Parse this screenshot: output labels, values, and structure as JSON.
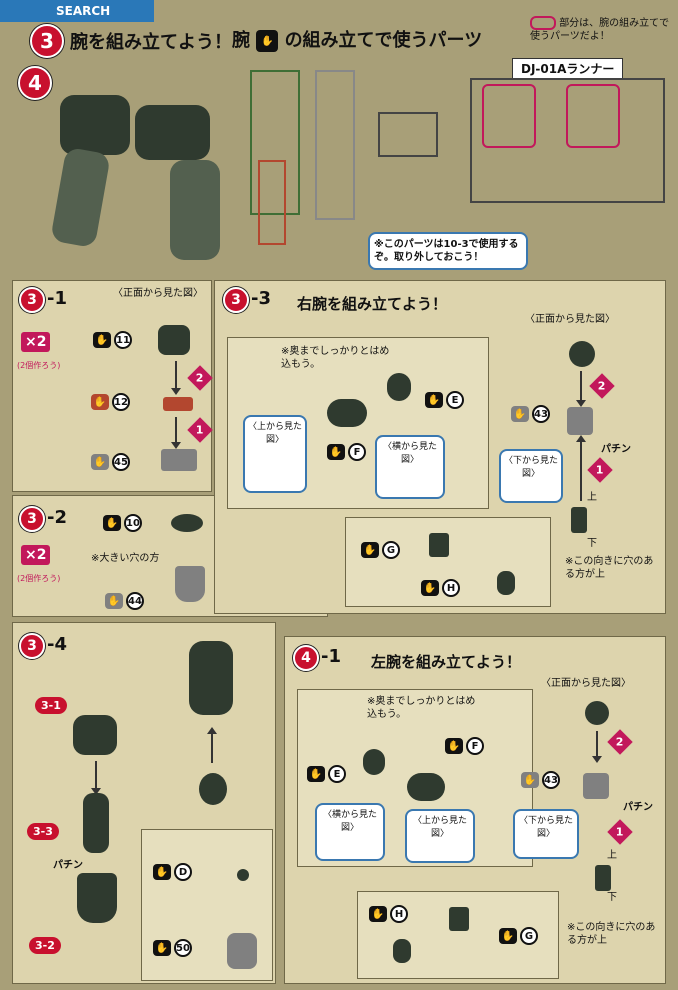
{
  "header": {
    "logo_text": "SEARCH",
    "step3_title": "腕を組み立てよう！",
    "step4_label": "4",
    "parts_title_prefix": "腕",
    "parts_title_suffix": "の組み立てで使うパーツ",
    "highlight_note": "部分は、腕の組み立てで使うパーツだよ！",
    "runner_label": "DJ-01Aランナー",
    "removal_note": "※このパーツは10-3で使用するぞ。取り外しておこう！"
  },
  "s31": {
    "step": "3",
    "sub": "-1",
    "view": "〈正面から見た図〉",
    "x2": "×2",
    "x2_note": "(2個作ろう)",
    "parts": [
      "11",
      "12",
      "45"
    ],
    "steps": [
      "2",
      "1"
    ]
  },
  "s32": {
    "step": "3",
    "sub": "-2",
    "x2": "×2",
    "x2_note": "(2個作ろう)",
    "note": "※大きい穴の方",
    "parts": [
      "10",
      "44"
    ]
  },
  "s33": {
    "step": "3",
    "sub": "-3",
    "title": "右腕を組み立てよう！",
    "view": "〈正面から見た図〉",
    "note1": "※奥までしっかりとはめ込もう。",
    "top_view": "〈上から見た図〉",
    "side_view": "〈横から見た図〉",
    "bottom_view": "〈下から見た図〉",
    "parts": [
      "E",
      "F",
      "G",
      "H",
      "43"
    ],
    "pachin": "パチン",
    "dir_top": "上",
    "dir_bottom": "下",
    "hole_note": "※この向きに穴のある方が上",
    "steps": [
      "2",
      "1"
    ]
  },
  "s34": {
    "step": "3",
    "sub": "-4",
    "labels": [
      "3-1",
      "3-3",
      "3-2"
    ],
    "parts": [
      "D",
      "50"
    ],
    "pachin": "パチン"
  },
  "s41": {
    "step": "4",
    "sub": "-1",
    "title": "左腕を組み立てよう！",
    "view": "〈正面から見た図〉",
    "note1": "※奥までしっかりとはめ込もう。",
    "side_view": "〈横から見た図〉",
    "top_view": "〈上から見た図〉",
    "bottom_view": "〈下から見た図〉",
    "parts": [
      "E",
      "F",
      "43",
      "H",
      "G"
    ],
    "pachin": "パチン",
    "dir_top": "上",
    "dir_bottom": "下",
    "hole_note": "※この向きに穴のある方が上",
    "steps": [
      "2",
      "1"
    ]
  }
}
